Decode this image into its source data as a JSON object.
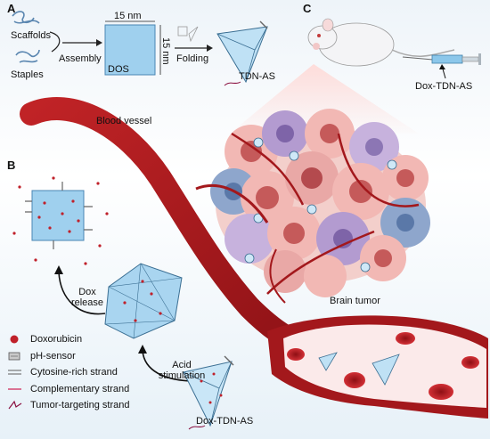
{
  "panels": {
    "a": "A",
    "b": "B",
    "c": "C"
  },
  "panel_a": {
    "scaffolds": "Scaffolds",
    "staples": "Staples",
    "assembly": "Assembly",
    "dos_label": "DOS",
    "dim_top": "15 nm",
    "dim_side": "15 nm",
    "folding": "Folding",
    "tdn_as": "TDN-AS"
  },
  "panel_c": {
    "syringe_label": "Dox-TDN-AS",
    "blood_vessel": "Blood vessel",
    "brain_tumor": "Brain tumor"
  },
  "panel_b": {
    "dox_release": [
      "Dox",
      "release"
    ],
    "acid_stimulation": [
      "Acid",
      "stimulation"
    ],
    "dox_tdn_as": "Dox-TDN-AS"
  },
  "legend": [
    {
      "icon": "doxorubicin-icon",
      "label": "Doxorubicin",
      "color": "#c0202a"
    },
    {
      "icon": "ph-sensor-icon",
      "label": "pH-sensor",
      "color": "#555555"
    },
    {
      "icon": "cytosine-strand-icon",
      "label": "Cytosine-rich strand",
      "color": "#777777"
    },
    {
      "icon": "complementary-strand-icon",
      "label": "Complementary strand",
      "color": "#d23c6a"
    },
    {
      "icon": "targeting-strand-icon",
      "label": "Tumor-targeting strand",
      "color": "#8a1040"
    }
  ],
  "colors": {
    "vessel": "#a3181c",
    "dos_fill": "#9fd0ee",
    "tumor_pink": "#f2b8b4",
    "tumor_purple": "#b39bd0",
    "tumor_blue": "#8ea6cc"
  }
}
